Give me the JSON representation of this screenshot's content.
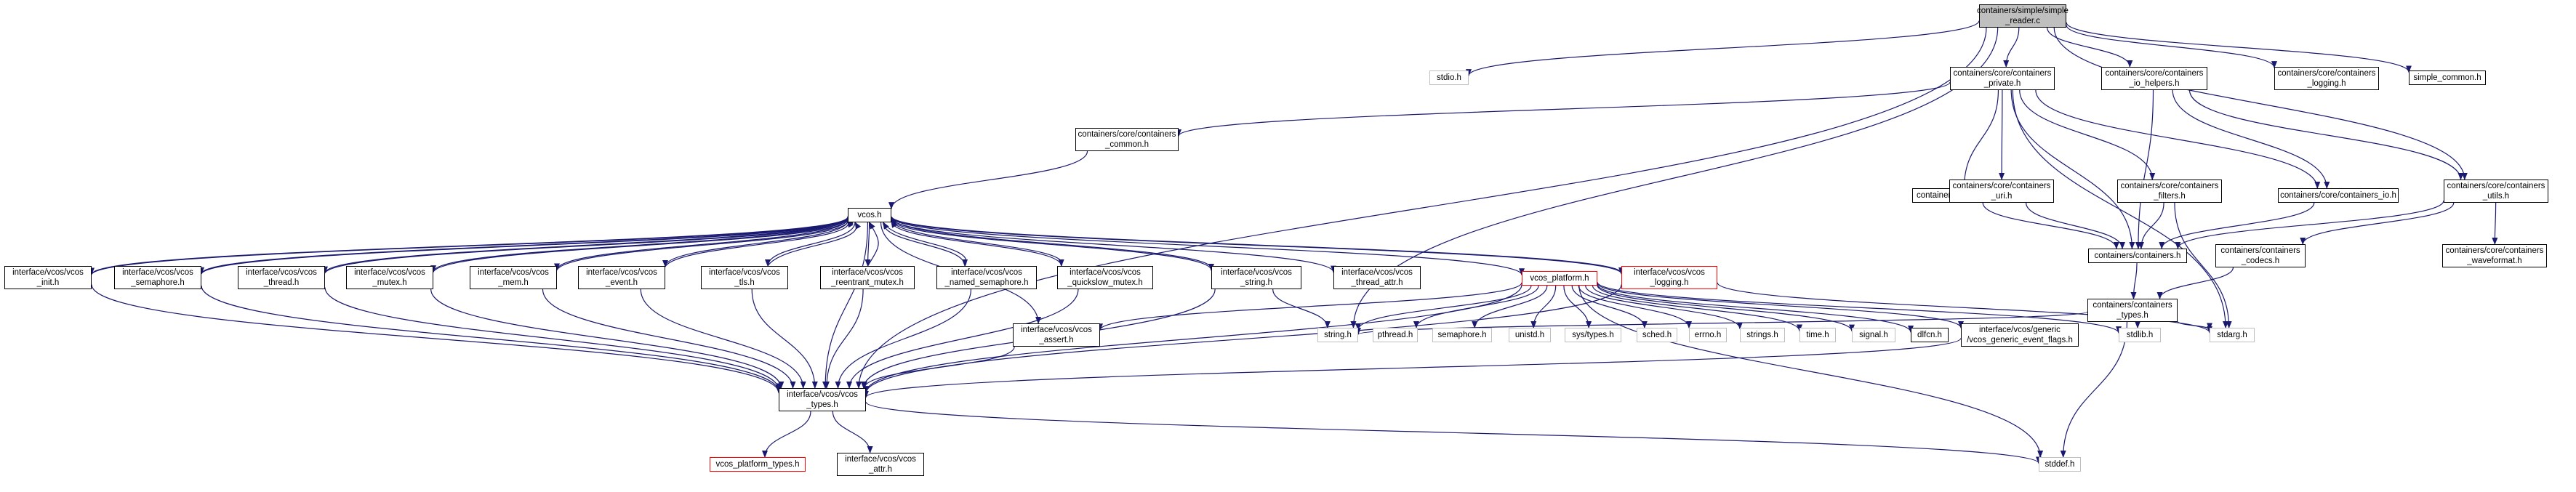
{
  "colors": {
    "edge": "#191970",
    "node_border": "#000000",
    "gray_border": "#bfbfbf",
    "red_border": "#ff0000",
    "root_fill": "#bfbfbf"
  },
  "nodes": [
    {
      "id": "root",
      "label": "containers/simple/simple\n_reader.c",
      "style": "root"
    },
    {
      "id": "stdio",
      "label": "stdio.h",
      "style": "gray"
    },
    {
      "id": "private",
      "label": "containers/core/containers\n_private.h",
      "style": "normal"
    },
    {
      "id": "io_helpers",
      "label": "containers/core/containers\n_io_helpers.h",
      "style": "normal"
    },
    {
      "id": "core_logging",
      "label": "containers/core/containers\n_logging.h",
      "style": "normal"
    },
    {
      "id": "simple_common",
      "label": "simple_common.h",
      "style": "normal"
    },
    {
      "id": "common",
      "label": "containers/core/containers\n_common.h",
      "style": "normal"
    },
    {
      "id": "packetizers",
      "label": "containers/packetizers.h",
      "style": "normal"
    },
    {
      "id": "uri",
      "label": "containers/core/containers\n_uri.h",
      "style": "normal"
    },
    {
      "id": "filters",
      "label": "containers/core/containers\n_filters.h",
      "style": "normal"
    },
    {
      "id": "cio",
      "label": "containers/core/containers_io.h",
      "style": "normal"
    },
    {
      "id": "utils",
      "label": "containers/core/containers\n_utils.h",
      "style": "normal"
    },
    {
      "id": "containers",
      "label": "containers/containers.h",
      "style": "normal"
    },
    {
      "id": "codecs",
      "label": "containers/containers\n_codecs.h",
      "style": "normal"
    },
    {
      "id": "waveformat",
      "label": "containers/core/containers\n_waveformat.h",
      "style": "normal"
    },
    {
      "id": "ctypes",
      "label": "containers/containers\n_types.h",
      "style": "normal"
    },
    {
      "id": "vcos",
      "label": "vcos.h",
      "style": "normal"
    },
    {
      "id": "init",
      "label": "interface/vcos/vcos\n_init.h",
      "style": "normal"
    },
    {
      "id": "semaphore",
      "label": "interface/vcos/vcos\n_semaphore.h",
      "style": "normal"
    },
    {
      "id": "thread",
      "label": "interface/vcos/vcos\n_thread.h",
      "style": "normal"
    },
    {
      "id": "mutex",
      "label": "interface/vcos/vcos\n_mutex.h",
      "style": "normal"
    },
    {
      "id": "mem",
      "label": "interface/vcos/vcos\n_mem.h",
      "style": "normal"
    },
    {
      "id": "event",
      "label": "interface/vcos/vcos\n_event.h",
      "style": "normal"
    },
    {
      "id": "tls",
      "label": "interface/vcos/vcos\n_tls.h",
      "style": "normal"
    },
    {
      "id": "reentrant",
      "label": "interface/vcos/vcos\n_reentrant_mutex.h",
      "style": "normal"
    },
    {
      "id": "named_sem",
      "label": "interface/vcos/vcos\n_named_semaphore.h",
      "style": "normal"
    },
    {
      "id": "quickslow",
      "label": "interface/vcos/vcos\n_quickslow_mutex.h",
      "style": "normal"
    },
    {
      "id": "vstring",
      "label": "interface/vcos/vcos\n_string.h",
      "style": "normal"
    },
    {
      "id": "thread_attr",
      "label": "interface/vcos/vcos\n_thread_attr.h",
      "style": "normal"
    },
    {
      "id": "platform",
      "label": "vcos_platform.h",
      "style": "red"
    },
    {
      "id": "vlogging",
      "label": "interface/vcos/vcos\n_logging.h",
      "style": "red"
    },
    {
      "id": "assert",
      "label": "interface/vcos/vcos\n_assert.h",
      "style": "normal"
    },
    {
      "id": "vtypes",
      "label": "interface/vcos/vcos\n_types.h",
      "style": "normal"
    },
    {
      "id": "string_h",
      "label": "string.h",
      "style": "gray"
    },
    {
      "id": "pthread",
      "label": "pthread.h",
      "style": "gray"
    },
    {
      "id": "semaphore_h",
      "label": "semaphore.h",
      "style": "gray"
    },
    {
      "id": "unistd",
      "label": "unistd.h",
      "style": "gray"
    },
    {
      "id": "systypes",
      "label": "sys/types.h",
      "style": "gray"
    },
    {
      "id": "sched",
      "label": "sched.h",
      "style": "gray"
    },
    {
      "id": "errno",
      "label": "errno.h",
      "style": "gray"
    },
    {
      "id": "strings",
      "label": "strings.h",
      "style": "gray"
    },
    {
      "id": "time",
      "label": "time.h",
      "style": "gray"
    },
    {
      "id": "signal",
      "label": "signal.h",
      "style": "gray"
    },
    {
      "id": "dlfcn",
      "label": "dlfcn.h",
      "style": "normal"
    },
    {
      "id": "generic_flags",
      "label": "interface/vcos/generic\n/vcos_generic_event_flags.h",
      "style": "normal"
    },
    {
      "id": "stdlib",
      "label": "stdlib.h",
      "style": "gray"
    },
    {
      "id": "stdarg",
      "label": "stdarg.h",
      "style": "gray"
    },
    {
      "id": "platform_types",
      "label": "vcos_platform_types.h",
      "style": "red"
    },
    {
      "id": "vattr",
      "label": "interface/vcos/vcos\n_attr.h",
      "style": "normal"
    },
    {
      "id": "stddef",
      "label": "stddef.h",
      "style": "gray"
    }
  ],
  "edges": [
    [
      "root",
      "stdio"
    ],
    [
      "root",
      "private"
    ],
    [
      "root",
      "io_helpers"
    ],
    [
      "root",
      "core_logging"
    ],
    [
      "root",
      "simple_common"
    ],
    [
      "root",
      "utils"
    ],
    [
      "root",
      "vtypes"
    ],
    [
      "root",
      "string_h"
    ],
    [
      "private",
      "common"
    ],
    [
      "private",
      "packetizers"
    ],
    [
      "private",
      "uri"
    ],
    [
      "private",
      "filters"
    ],
    [
      "private",
      "cio"
    ],
    [
      "private",
      "containers"
    ],
    [
      "private",
      "stdarg"
    ],
    [
      "io_helpers",
      "cio"
    ],
    [
      "io_helpers",
      "utils"
    ],
    [
      "io_helpers",
      "containers"
    ],
    [
      "common",
      "vcos"
    ],
    [
      "packetizers",
      "containers"
    ],
    [
      "uri",
      "containers"
    ],
    [
      "filters",
      "containers"
    ],
    [
      "filters",
      "stdarg"
    ],
    [
      "cio",
      "containers"
    ],
    [
      "utils",
      "containers"
    ],
    [
      "utils",
      "codecs"
    ],
    [
      "utils",
      "waveformat"
    ],
    [
      "containers",
      "ctypes"
    ],
    [
      "codecs",
      "ctypes"
    ],
    [
      "ctypes",
      "stdlib"
    ],
    [
      "ctypes",
      "stdarg"
    ],
    [
      "ctypes",
      "stddef"
    ],
    [
      "ctypes",
      "string_h"
    ],
    [
      "vcos",
      "init"
    ],
    [
      "vcos",
      "semaphore"
    ],
    [
      "vcos",
      "thread"
    ],
    [
      "vcos",
      "mutex"
    ],
    [
      "vcos",
      "mem"
    ],
    [
      "vcos",
      "event"
    ],
    [
      "vcos",
      "tls"
    ],
    [
      "vcos",
      "reentrant"
    ],
    [
      "vcos",
      "named_sem"
    ],
    [
      "vcos",
      "quickslow"
    ],
    [
      "vcos",
      "vstring"
    ],
    [
      "vcos",
      "thread_attr"
    ],
    [
      "vcos",
      "platform"
    ],
    [
      "vcos",
      "vlogging"
    ],
    [
      "vcos",
      "assert"
    ],
    [
      "vcos",
      "vtypes"
    ],
    [
      "init",
      "vtypes"
    ],
    [
      "init",
      "vcos"
    ],
    [
      "semaphore",
      "vtypes"
    ],
    [
      "semaphore",
      "vcos"
    ],
    [
      "thread",
      "vtypes"
    ],
    [
      "thread",
      "vcos"
    ],
    [
      "mutex",
      "vtypes"
    ],
    [
      "mutex",
      "vcos"
    ],
    [
      "mem",
      "vtypes"
    ],
    [
      "mem",
      "vcos"
    ],
    [
      "event",
      "vtypes"
    ],
    [
      "event",
      "vcos"
    ],
    [
      "tls",
      "vtypes"
    ],
    [
      "tls",
      "vcos"
    ],
    [
      "reentrant",
      "vtypes"
    ],
    [
      "reentrant",
      "vcos"
    ],
    [
      "named_sem",
      "vtypes"
    ],
    [
      "named_sem",
      "vcos"
    ],
    [
      "quickslow",
      "vtypes"
    ],
    [
      "quickslow",
      "vcos"
    ],
    [
      "vstring",
      "vtypes"
    ],
    [
      "vstring",
      "string_h"
    ],
    [
      "vstring",
      "vcos"
    ],
    [
      "vlogging",
      "vtypes"
    ],
    [
      "vlogging",
      "stdarg"
    ],
    [
      "vlogging",
      "vcos"
    ],
    [
      "assert",
      "vtypes"
    ],
    [
      "platform",
      "string_h"
    ],
    [
      "platform",
      "pthread"
    ],
    [
      "platform",
      "semaphore_h"
    ],
    [
      "platform",
      "unistd"
    ],
    [
      "platform",
      "systypes"
    ],
    [
      "platform",
      "sched"
    ],
    [
      "platform",
      "errno"
    ],
    [
      "platform",
      "strings"
    ],
    [
      "platform",
      "time"
    ],
    [
      "platform",
      "signal"
    ],
    [
      "platform",
      "dlfcn"
    ],
    [
      "platform",
      "generic_flags"
    ],
    [
      "platform",
      "stdlib"
    ],
    [
      "platform",
      "stddef"
    ],
    [
      "platform",
      "vtypes"
    ],
    [
      "platform",
      "assert"
    ],
    [
      "generic_flags",
      "vtypes"
    ],
    [
      "vtypes",
      "platform_types"
    ],
    [
      "vtypes",
      "vattr"
    ],
    [
      "vtypes",
      "stddef"
    ]
  ]
}
